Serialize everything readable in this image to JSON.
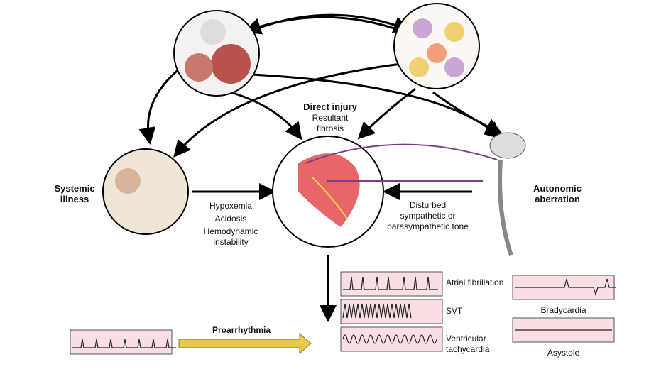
{
  "labels": {
    "direct_injury": "Direct injury",
    "fibrosis": "Resultant fibrosis",
    "systemic": "Systemic illness",
    "autonomic": "Autonomic aberration",
    "hypoxemia": "Hypoxemia",
    "acidosis": "Acidosis",
    "hemodynamic": "Hemodynamic instability",
    "disturbed": "Disturbed sympathetic or parasympathetic tone",
    "proarrhythmia": "Proarrhythmia"
  },
  "rhythms": {
    "af": "Atrial fibrillation",
    "svt": "SVT",
    "vt": "Ventricular tachycardia",
    "brady": "Bradycardia",
    "asystole": "Asystole"
  },
  "colors": {
    "ecg_bg": "#f9dfe3",
    "arrow_gold": "#e8c94a",
    "heart": "#e8666a",
    "nerve": "#7b3f8c"
  }
}
